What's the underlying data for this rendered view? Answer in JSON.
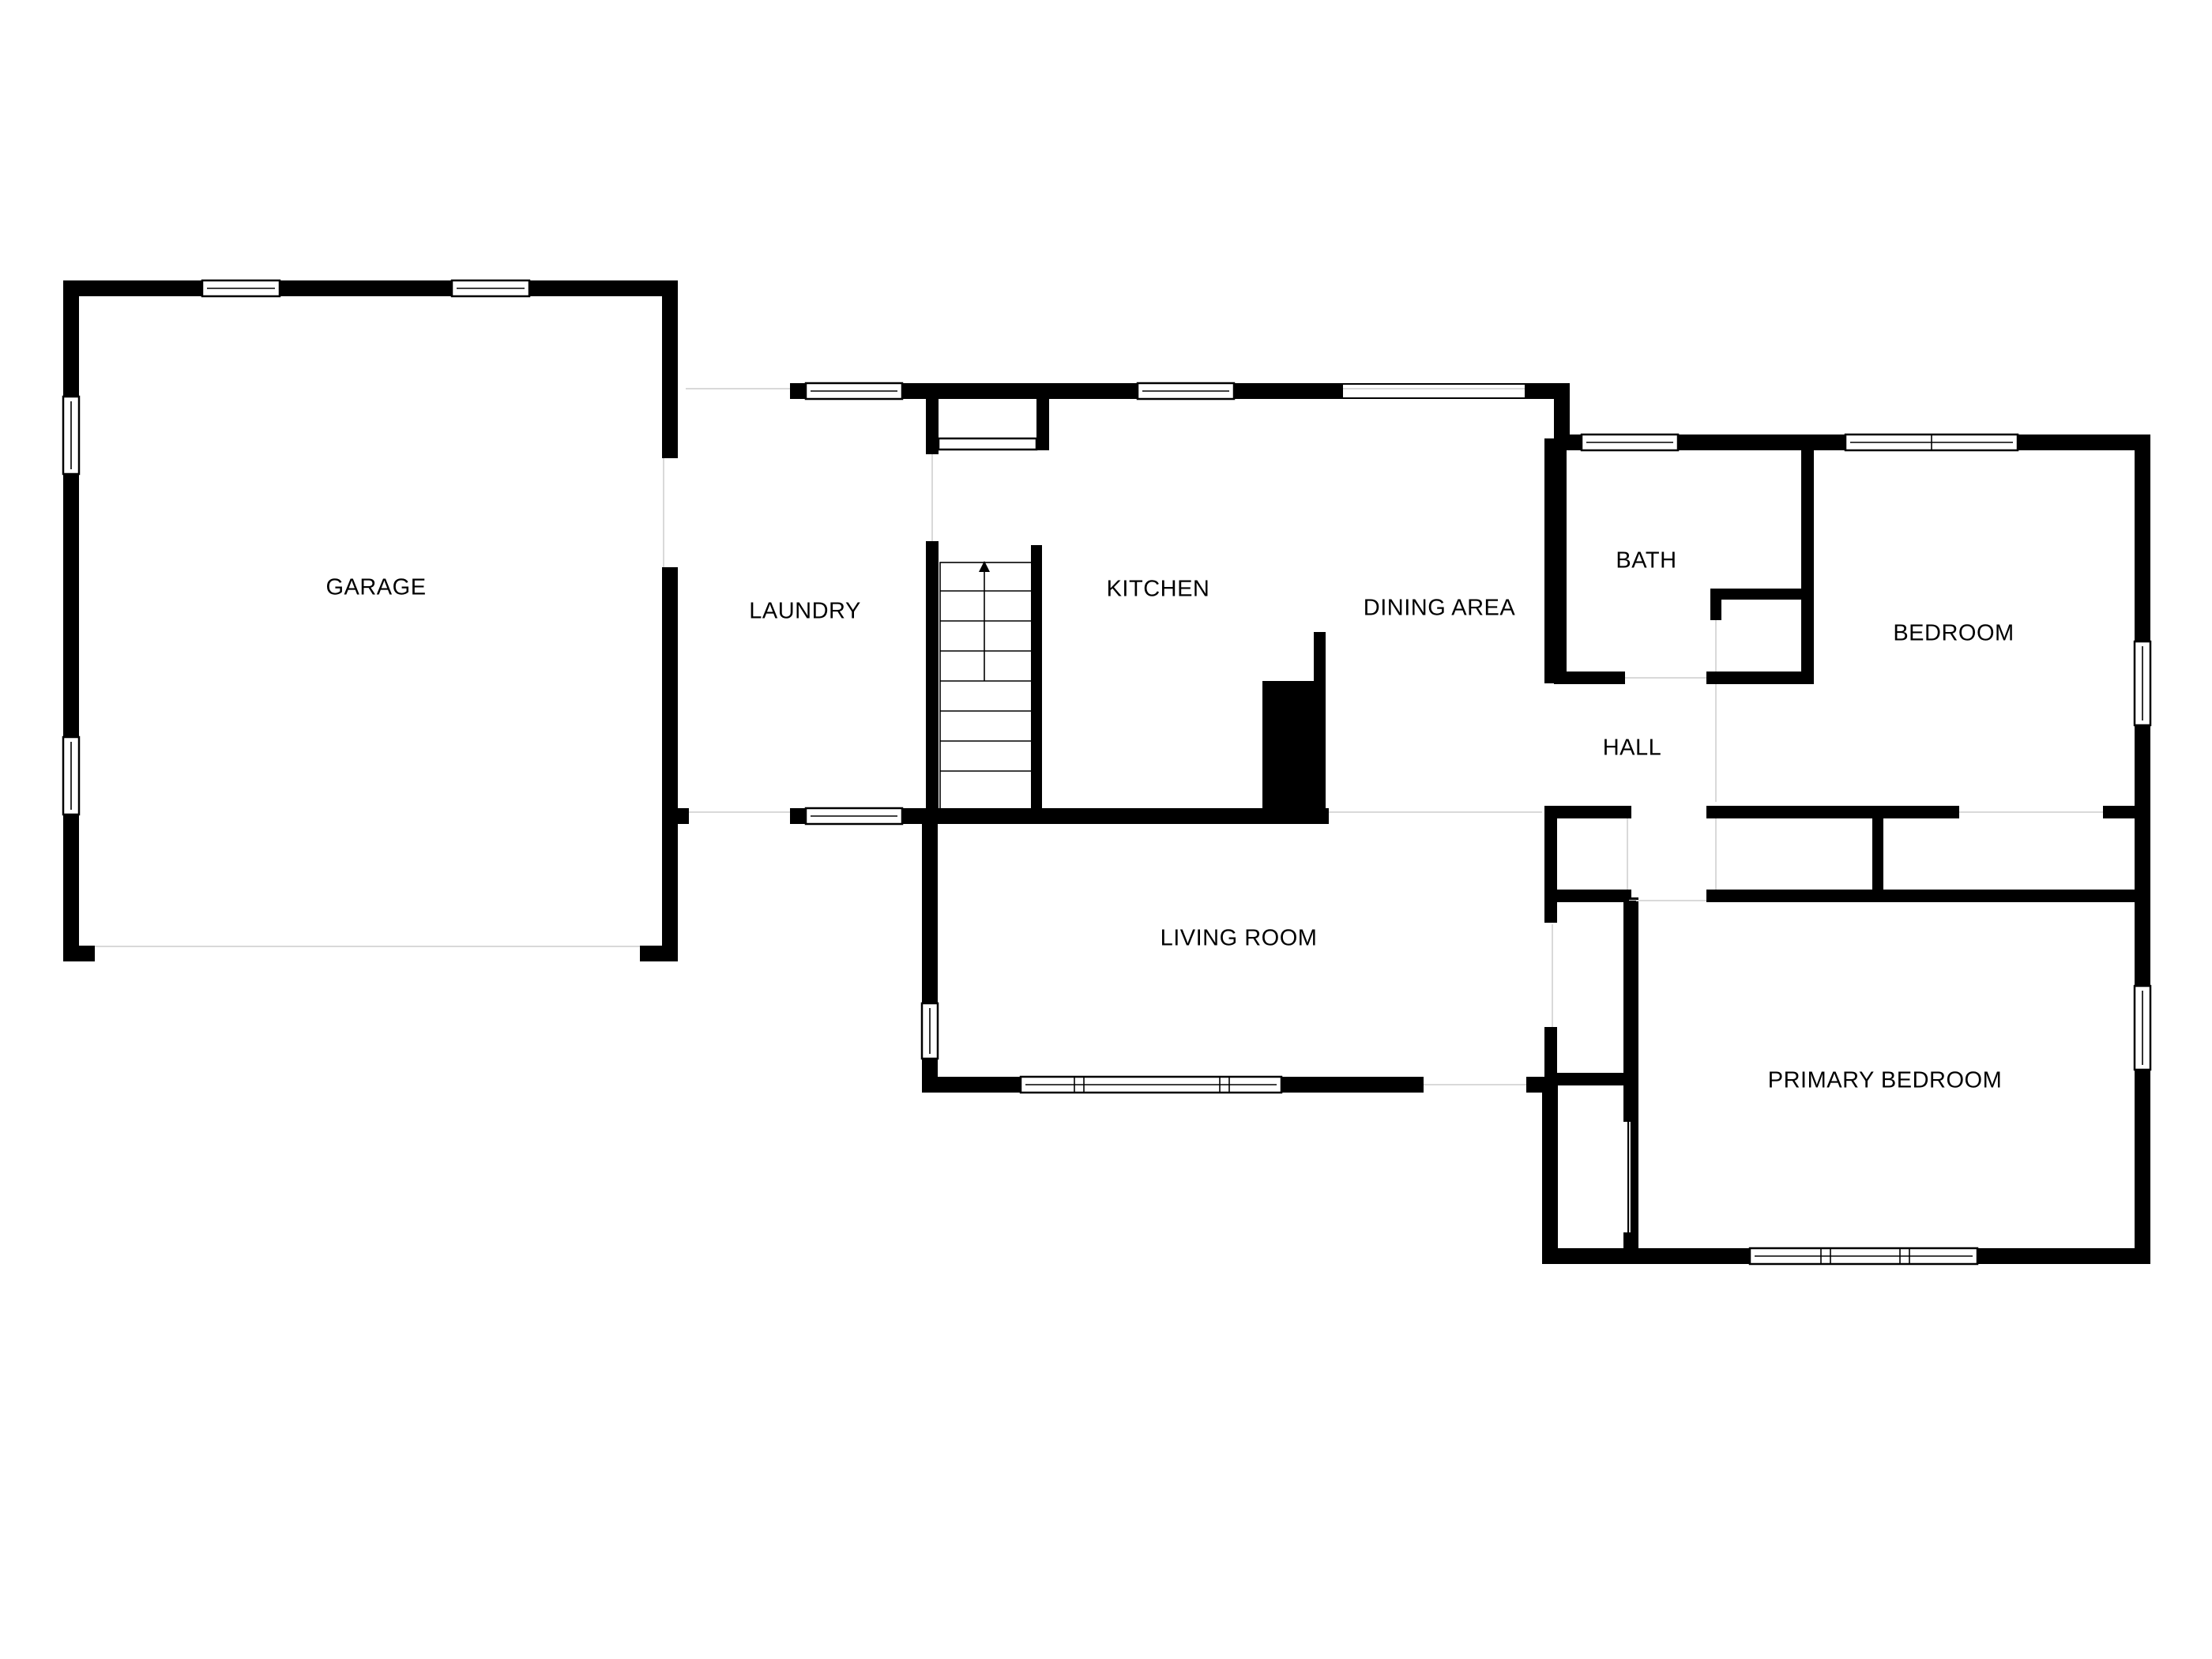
{
  "floorplan": {
    "rooms": {
      "garage": "GARAGE",
      "laundry": "LAUNDRY",
      "kitchen": "KITCHEN",
      "dining": "DINING AREA",
      "bath": "BATH",
      "bedroom": "BEDROOM",
      "hall": "HALL",
      "living": "LIVING ROOM",
      "primary_bedroom": "PRIMARY BEDROOM"
    },
    "colors": {
      "wall": "#000000",
      "background": "#ffffff",
      "opening": "#d9d9d9"
    },
    "icons": {
      "stairs_direction": "arrow-up-icon"
    }
  }
}
